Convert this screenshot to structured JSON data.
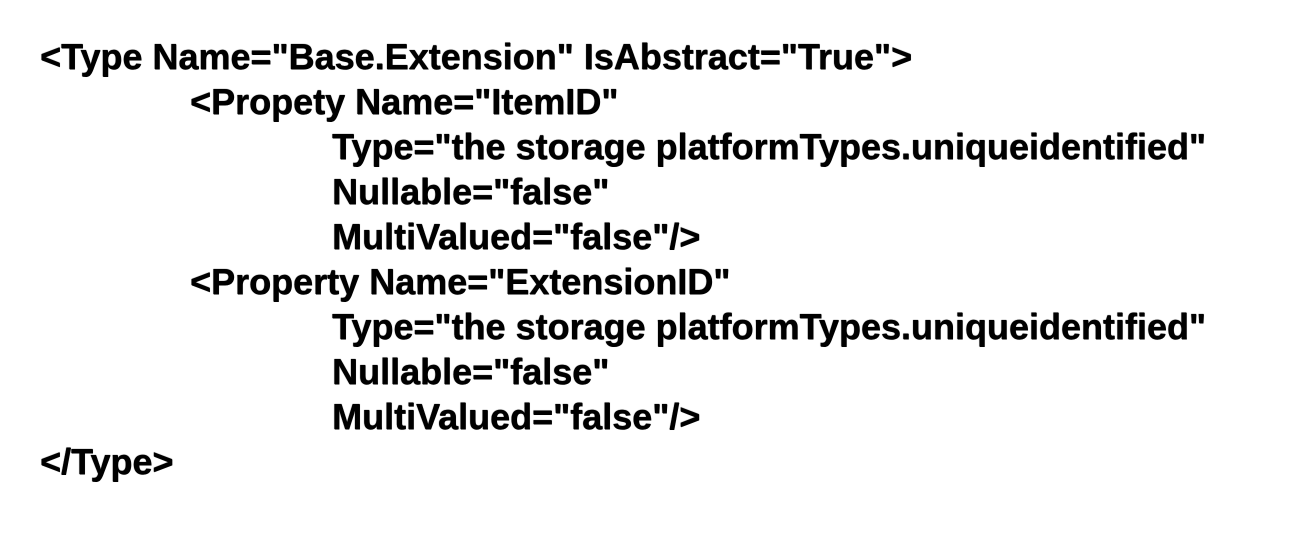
{
  "figure": {
    "kind": "scanned-xml-code-snippet",
    "colors": {
      "background": "#ffffff",
      "text": "#0a0a0a"
    },
    "lines": [
      {
        "text": "<Type Name=\"Base.Extension\" IsAbstract=\"True\">"
      },
      {
        "text": "<Propety Name=\"ItemID\""
      },
      {
        "text": "Type=\"the storage platformTypes.uniqueidentified\""
      },
      {
        "text": "Nullable=\"false\""
      },
      {
        "text": "MultiValued=\"false\"/>"
      },
      {
        "text": "<Property Name=\"ExtensionID\""
      },
      {
        "text": "Type=\"the storage platformTypes.uniqueidentified\""
      },
      {
        "text": "Nullable=\"false\""
      },
      {
        "text": "MultiValued=\"false\"/>"
      },
      {
        "text": "</Type>"
      }
    ]
  }
}
